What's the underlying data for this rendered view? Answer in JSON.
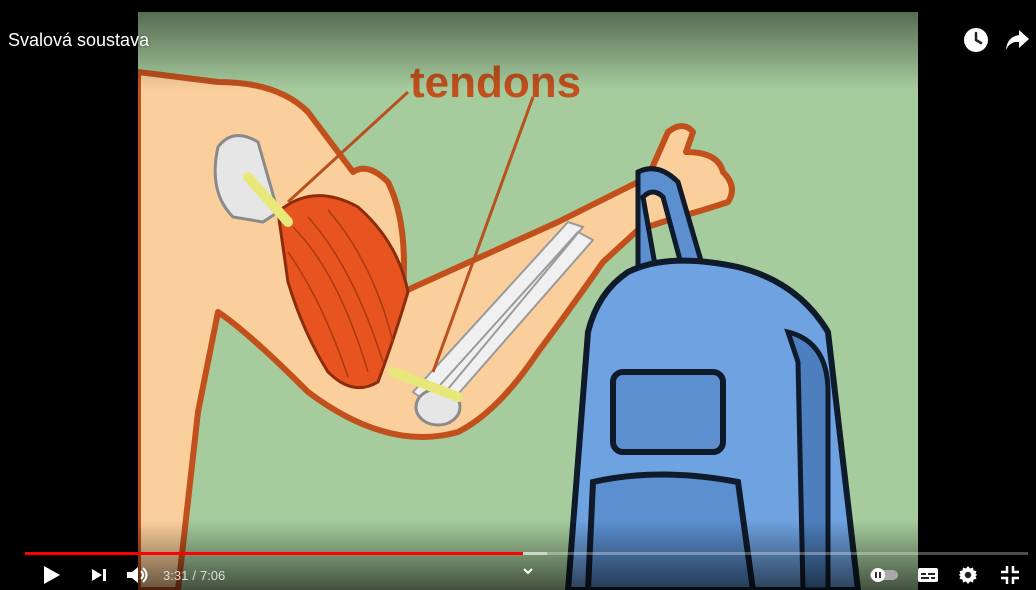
{
  "video": {
    "title": "Svalová soustava",
    "overlay_text": "tendons",
    "current_time": "3:31",
    "duration": "7:06",
    "separator": "/",
    "progress_fraction": 0.497,
    "buffered_fraction": 0.52,
    "progress_color": "#ff0000"
  },
  "icons": {
    "watch_later": "clock-icon",
    "share": "share-arrow-icon",
    "play": "play-icon",
    "next": "next-icon",
    "volume": "volume-icon",
    "chevron": "chevron-down-icon",
    "autoplay": "autoplay-toggle-icon",
    "subtitles": "subtitles-icon",
    "settings": "gear-icon",
    "fullscreen": "exit-fullscreen-icon"
  }
}
